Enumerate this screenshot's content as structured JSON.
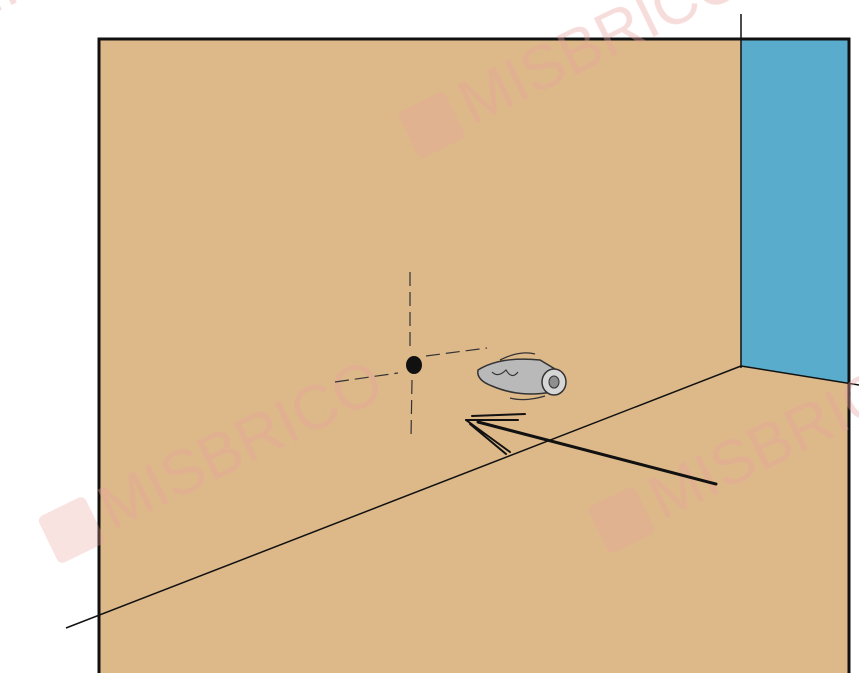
{
  "illustration": {
    "subject": "wall-plug-insertion",
    "colors": {
      "wall": "#ddb98a",
      "side_wall": "#5aaccd",
      "outline": "#111111",
      "plug": "#b9b9b9",
      "plug_shadow": "#8f8f8f",
      "hole": "#111111",
      "watermark": "#e8a39c"
    }
  },
  "watermarks": [
    {
      "text": "MISBRICO"
    },
    {
      "text": "MISBRICO"
    },
    {
      "text": "MISBRICO"
    },
    {
      "text": "MISBRICO"
    }
  ]
}
